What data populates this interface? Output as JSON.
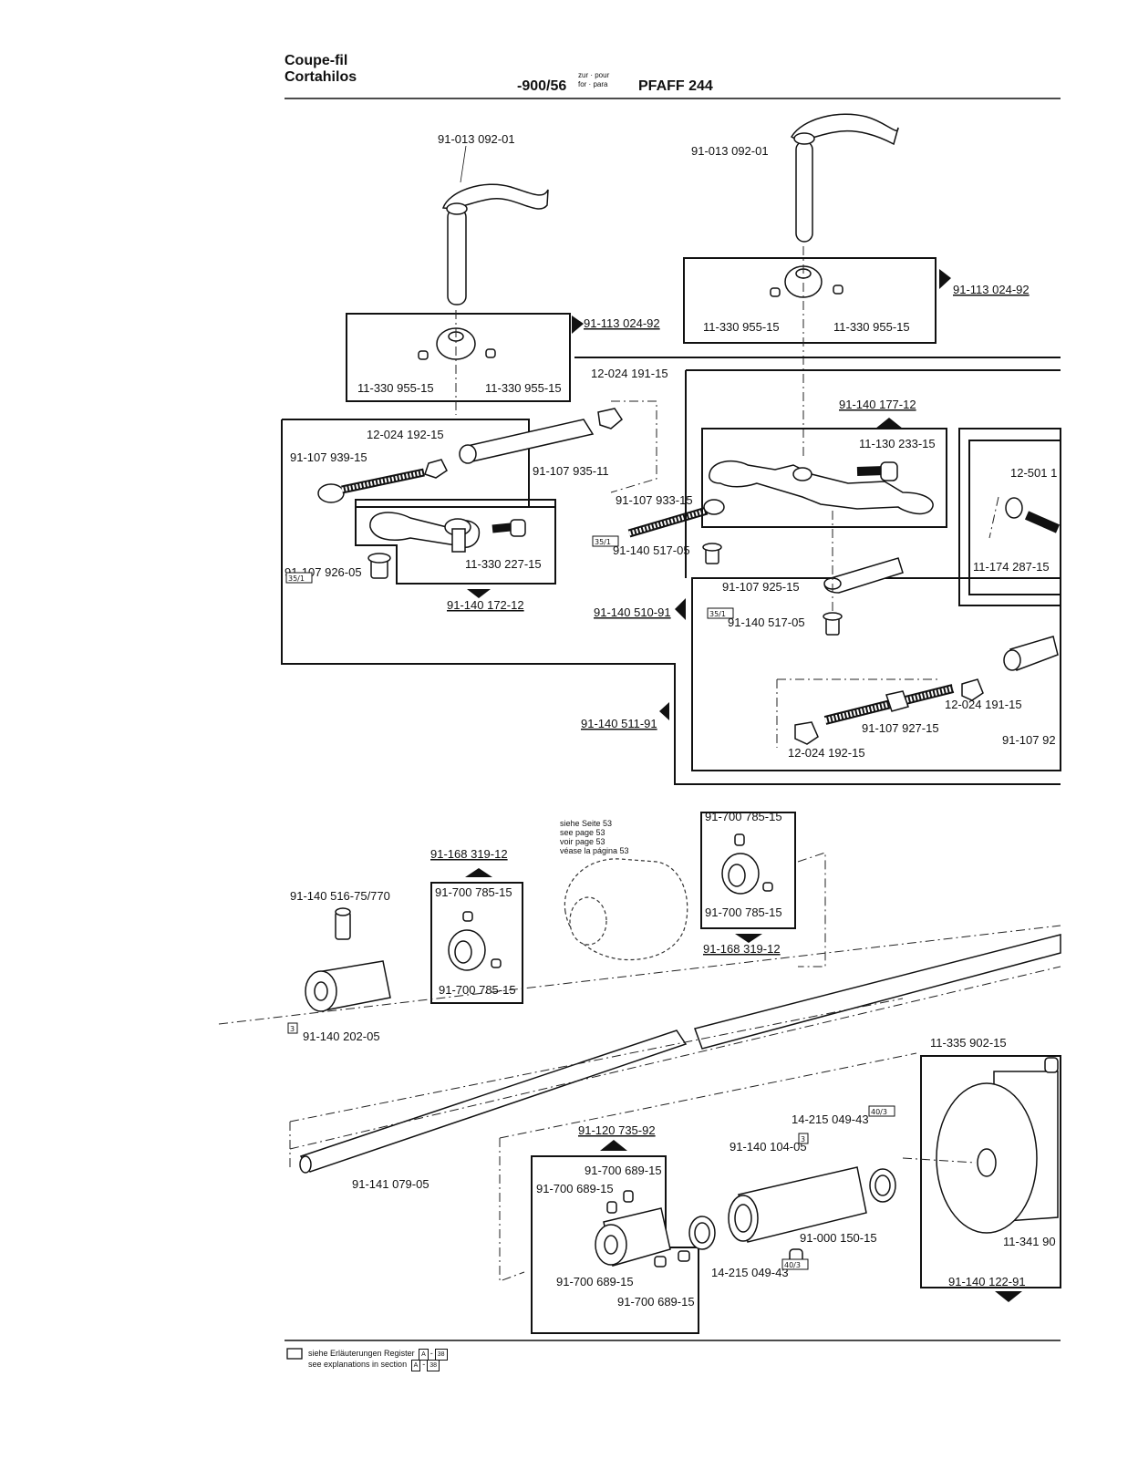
{
  "header": {
    "title_lines": [
      "Coupe-fil",
      "Cortahilos"
    ],
    "model": "-900/56",
    "zur_pour": "zur · pour",
    "for_para": "for · para",
    "machine": "PFAFF 244"
  },
  "note_see_page": [
    "siehe Seite 53",
    "see page 53",
    "voir page 53",
    "véase la página 53"
  ],
  "footer": {
    "line1": "siehe Erläuterungen Register",
    "line2": "see explanations in section",
    "box_label": "A",
    "box_num": "38"
  },
  "parts": {
    "p1": "91-013 092-01",
    "p2": "91-013 092-01",
    "p3": "91-113 024-92",
    "p4": "91-113 024-92",
    "p5": "11-330 955-15",
    "p6": "11-330 955-15",
    "p7": "11-330 955-15",
    "p8": "11-330 955-15",
    "p9": "12-024 191-15",
    "p10": "12-024 192-15",
    "p11": "91-107 939-15",
    "p12": "91-107 935-11",
    "p13": "91-107 933-15",
    "p14": "91-140 517-05",
    "p15": "11-330 227-15",
    "p16": "91-107 926-05",
    "p17": "91-140 172-12",
    "p18": "91-140 177-12",
    "p19": "11-130 233-15",
    "p20": "12-501 1",
    "p21": "11-174 287-15",
    "p22": "91-107 925-15",
    "p23": "91-140 510-91",
    "p24": "91-140 517-05",
    "p25": "12-024 191-15",
    "p26": "91-107 927-15",
    "p27": "12-024 192-15",
    "p28": "91-107 92",
    "p29": "91-140 511-91",
    "p30": "91-700 785-15",
    "p31": "91-700 785-15",
    "p32": "91-168 319-12",
    "p33": "91-168 319-12",
    "p34": "91-700 785-15",
    "p35": "91-700 785-15",
    "p36": "91-140 516-75/770",
    "p37": "91-140 202-05",
    "p38": "11-335 902-15",
    "p39": "14-215 049-43",
    "p40": "91-140 104-05",
    "p41": "91-120 735-92",
    "p42": "91-700 689-15",
    "p43": "91-700 689-15",
    "p44": "91-141 079-05",
    "p45": "91-000 150-15",
    "p46": "11-341 90",
    "p47": "91-700 689-15",
    "p48": "91-700 689-15",
    "p49": "14-215 049-43",
    "p50": "91-140 122-91"
  },
  "tags": {
    "t351": "35/1",
    "t403": "40/3",
    "t3": "3"
  }
}
